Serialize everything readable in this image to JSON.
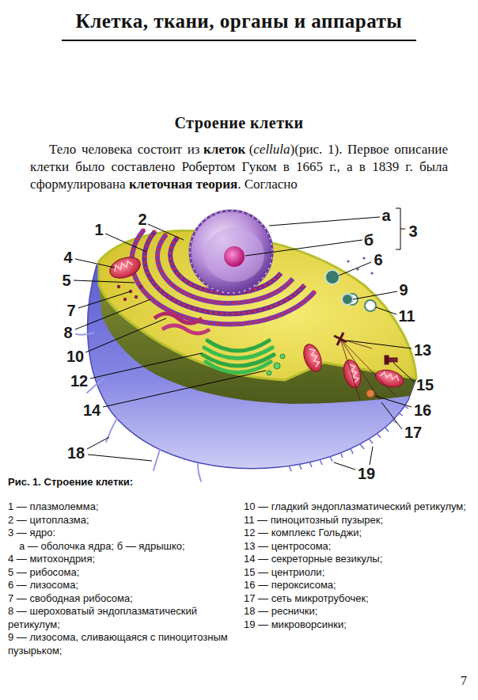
{
  "diagram": {
    "title": "Клетка, ткани, органы и аппараты",
    "caption": "Рис. 1. Строение клетки:",
    "labels": [
      "Строение клетки",
      "Тело человека состоит из",
      "клеток",
      "(",
      "cellula",
      ")(рис. 1). Первое описание клетки было составлено Робертом Гуком в 1665 г., а в 1839 г. была сформулирована",
      "клеточная теория",
      ". Согласно",
      "1",
      "2",
      "а",
      "б",
      "3",
      "4",
      "6",
      "5",
      "9",
      "7",
      "11",
      "8",
      "10",
      "13",
      "12",
      "15",
      "14",
      "16",
      "17",
      "18",
      "19",
      "1 — плазмолемма;",
      "2 — цитоплазма;",
      "3 — ядро:",
      "а — оболочка ядра; б — ядрышко;",
      "4 — митохондрия;",
      "5 — рибосома;",
      "6 — лизосома;",
      "7 — свободная рибосома;",
      "8 — шероховатый эндоплазматический ретикулум;",
      "9 — лизосома, сливающаяся с пиноцитозным пузырьком;",
      "10 — гладкий эндоплазматический ретикулум;",
      "11 — пиноцитозный пузырек;",
      "12 — комплекс Гольджи;",
      "13 — центросома;",
      "14 — секреторные везикулы;",
      "15 — центриоли;",
      "16 — пероксисома;",
      "17 — сеть микротрубочек;",
      "18 — реснички;",
      "19 — микроворсинки;",
      "7"
    ]
  }
}
